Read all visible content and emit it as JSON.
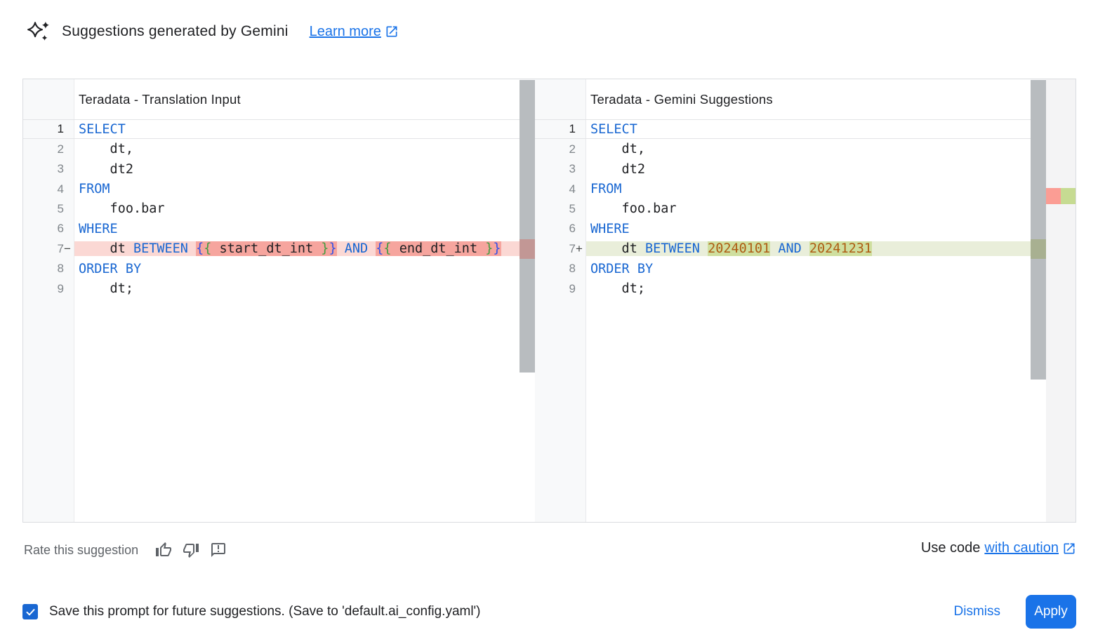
{
  "header": {
    "title": "Suggestions generated by Gemini",
    "learn_more_label": "Learn more"
  },
  "panels": [
    {
      "title": "Teradata - Translation Input",
      "lines": [
        {
          "num": 1,
          "active": true,
          "segments": [
            {
              "t": "SELECT",
              "c": "kw"
            }
          ]
        },
        {
          "num": 2,
          "segments": [
            {
              "t": "    dt,",
              "c": "pl"
            }
          ]
        },
        {
          "num": 3,
          "segments": [
            {
              "t": "    dt2",
              "c": "pl"
            }
          ]
        },
        {
          "num": 4,
          "segments": [
            {
              "t": "FROM",
              "c": "kw"
            }
          ]
        },
        {
          "num": 5,
          "segments": [
            {
              "t": "    foo.bar",
              "c": "pl"
            }
          ]
        },
        {
          "num": 6,
          "segments": [
            {
              "t": "WHERE",
              "c": "kw"
            }
          ]
        },
        {
          "num": 7,
          "sign": "−",
          "type": "removed",
          "segments": [
            {
              "t": "    dt ",
              "c": "pl"
            },
            {
              "t": "BETWEEN",
              "c": "kw"
            },
            {
              "t": " ",
              "c": "pl"
            },
            {
              "t": "{",
              "c": "bo",
              "hl": true
            },
            {
              "t": "{",
              "c": "bi",
              "hl": true
            },
            {
              "t": " start_dt_int ",
              "c": "pl",
              "hl": true
            },
            {
              "t": "}",
              "c": "bi",
              "hl": true
            },
            {
              "t": "}",
              "c": "bo",
              "hl": true
            },
            {
              "t": " ",
              "c": "pl"
            },
            {
              "t": "AND",
              "c": "kw"
            },
            {
              "t": " ",
              "c": "pl"
            },
            {
              "t": "{",
              "c": "bo",
              "hl": true
            },
            {
              "t": "{",
              "c": "bi",
              "hl": true
            },
            {
              "t": " end_dt_int ",
              "c": "pl",
              "hl": true
            },
            {
              "t": "}",
              "c": "bi",
              "hl": true
            },
            {
              "t": "}",
              "c": "bo",
              "hl": true
            }
          ]
        },
        {
          "num": 8,
          "segments": [
            {
              "t": "ORDER BY",
              "c": "kw"
            }
          ]
        },
        {
          "num": 9,
          "segments": [
            {
              "t": "    dt;",
              "c": "pl"
            }
          ]
        }
      ]
    },
    {
      "title": "Teradata - Gemini Suggestions",
      "lines": [
        {
          "num": 1,
          "active": true,
          "segments": [
            {
              "t": "SELECT",
              "c": "kw"
            }
          ]
        },
        {
          "num": 2,
          "segments": [
            {
              "t": "    dt,",
              "c": "pl"
            }
          ]
        },
        {
          "num": 3,
          "segments": [
            {
              "t": "    dt2",
              "c": "pl"
            }
          ]
        },
        {
          "num": 4,
          "segments": [
            {
              "t": "FROM",
              "c": "kw"
            }
          ]
        },
        {
          "num": 5,
          "segments": [
            {
              "t": "    foo.bar",
              "c": "pl"
            }
          ]
        },
        {
          "num": 6,
          "segments": [
            {
              "t": "WHERE",
              "c": "kw"
            }
          ]
        },
        {
          "num": 7,
          "sign": "+",
          "type": "added",
          "segments": [
            {
              "t": "    dt ",
              "c": "pl"
            },
            {
              "t": "BETWEEN",
              "c": "kw"
            },
            {
              "t": " ",
              "c": "pl"
            },
            {
              "t": "20240101",
              "c": "num",
              "hl": true
            },
            {
              "t": " ",
              "c": "pl"
            },
            {
              "t": "AND",
              "c": "kw"
            },
            {
              "t": " ",
              "c": "pl"
            },
            {
              "t": "20241231",
              "c": "num",
              "hl": true
            }
          ]
        },
        {
          "num": 8,
          "segments": [
            {
              "t": "ORDER BY",
              "c": "kw"
            }
          ]
        },
        {
          "num": 9,
          "segments": [
            {
              "t": "    dt;",
              "c": "pl"
            }
          ]
        }
      ]
    }
  ],
  "footer": {
    "rate_label": "Rate this suggestion",
    "use_code_text": "Use code",
    "caution_link_label": "with caution"
  },
  "actions": {
    "save_label": "Save this prompt for future suggestions. (Save to 'default.ai_config.yaml')",
    "checkbox_checked": true,
    "dismiss_label": "Dismiss",
    "apply_label": "Apply"
  },
  "colors": {
    "accent": "#1a73e8",
    "kw": "#1967d2",
    "numTok": "#ae5d14",
    "braceOuter": "#3050e8",
    "braceInner": "#3f9c3f",
    "removedLine": "#fbd8d4",
    "removedWord": "#f6a59e",
    "addedLine": "#e9eeda",
    "addedWord": "#cfdf9f",
    "rulerRed": "#fb9d94",
    "rulerGreen": "#c6db92",
    "gray": "#5f6368",
    "lineNum": "#80868b",
    "gutterBg": "#f8f9fa",
    "border": "#dadce0",
    "scrollbar": "#b8bcbf",
    "checkbox": "#1967d2"
  }
}
